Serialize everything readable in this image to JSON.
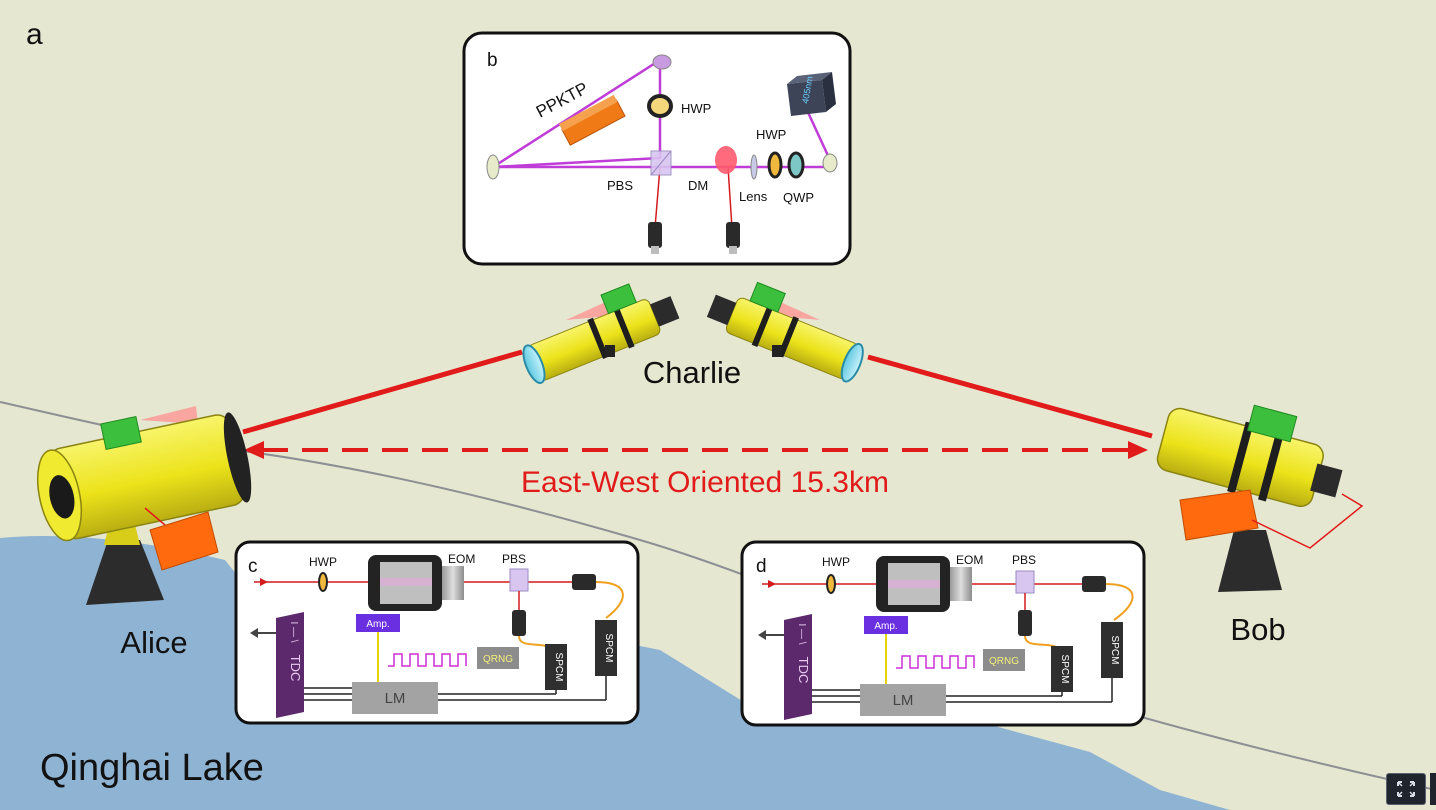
{
  "panel_a": {
    "letter": "a"
  },
  "panel_b": {
    "letter": "b",
    "labels": {
      "ppktp": "PPKTP",
      "hwp_top": "HWP",
      "pbs": "PBS",
      "dm": "DM",
      "hwp_right": "HWP",
      "lens": "Lens",
      "qwp": "QWP",
      "laser": "405nm"
    }
  },
  "panel_c": {
    "letter": "c",
    "labels": {
      "hwp": "HWP",
      "eom": "EOM",
      "pbs": "PBS",
      "amp": "Amp.",
      "qrng": "QRNG",
      "spcm1": "SPCM",
      "spcm2": "SPCM",
      "lm": "LM",
      "tdc": "TDC",
      "tdc_marks": "I — \\"
    }
  },
  "panel_d": {
    "letter": "d",
    "labels": {
      "hwp": "HWP",
      "eom": "EOM",
      "pbs": "PBS",
      "amp": "Amp.",
      "qrng": "QRNG",
      "spcm1": "SPCM",
      "spcm2": "SPCM",
      "lm": "LM",
      "tdc": "TDC",
      "tdc_marks": "I — \\"
    }
  },
  "stations": {
    "charlie": "Charlie",
    "alice": "Alice",
    "bob": "Bob"
  },
  "link_label": "East-West Oriented 15.3km",
  "lake_label": "Qinghai Lake",
  "colors": {
    "beam": "#e11a1a",
    "telescope": "#f2ec1c",
    "land": "#e6e7d1",
    "lake": "#8fb3d3",
    "pump": "#c03cd8"
  },
  "icons": {
    "fullscreen": "fullscreen-icon"
  }
}
